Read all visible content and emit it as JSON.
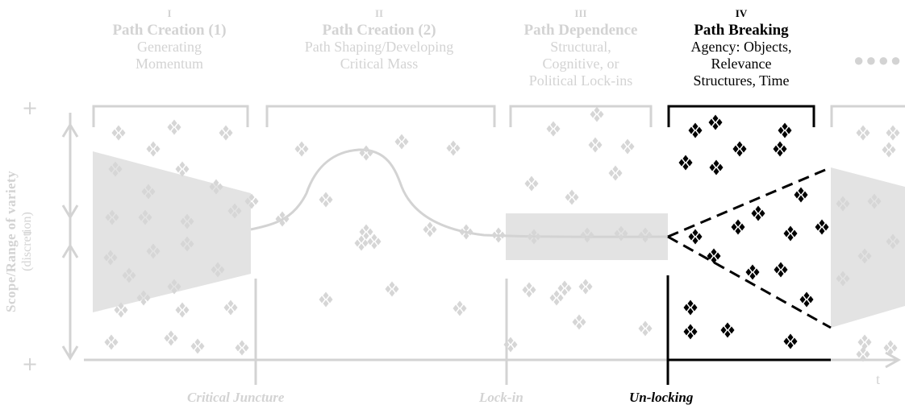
{
  "phases": [
    {
      "num": "I",
      "name": "Path Creation (1)",
      "desc": [
        "Generating",
        "Momentum"
      ]
    },
    {
      "num": "II",
      "name": "Path Creation (2)",
      "desc": [
        "Path Shaping/Developing",
        "Critical Mass"
      ]
    },
    {
      "num": "III",
      "name": "Path Dependence",
      "desc": [
        "Structural,",
        "Cognitive, or",
        "Political  Lock-ins"
      ]
    },
    {
      "num": "IV",
      "name": "Path Breaking",
      "desc": [
        "Agency: Objects,",
        "Relevance",
        "Structures, Time"
      ]
    }
  ],
  "ellipsis": "●●●●",
  "markers": [
    "Critical Juncture",
    "Lock-in",
    "Un-locking"
  ],
  "y_axis": {
    "label": "Scope/Range of variety",
    "sublabel": "(discretion)",
    "plus": "+",
    "minus": "–"
  },
  "x_axis": {
    "label": "t"
  },
  "colors": {
    "muted": "#d3d3d3",
    "active": "#000000",
    "shade": "#e0e0e0"
  }
}
